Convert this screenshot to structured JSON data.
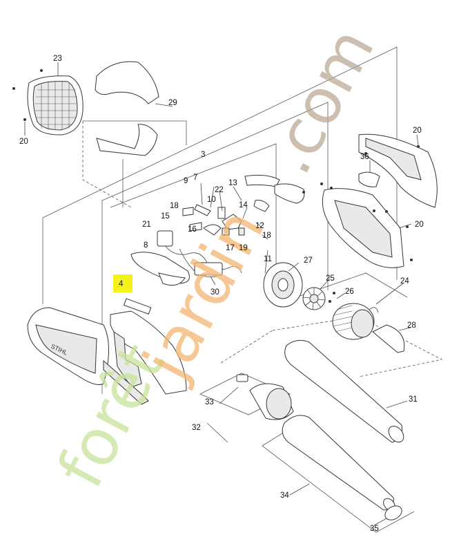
{
  "diagram": {
    "watermark": {
      "part1": "forêt",
      "part2": "jardin",
      "part3": ".com"
    },
    "highlighted_callout": "4",
    "callouts": [
      {
        "id": "23",
        "label": "23"
      },
      {
        "id": "29",
        "label": "29"
      },
      {
        "id": "20a",
        "label": "20"
      },
      {
        "id": "20b",
        "label": "20"
      },
      {
        "id": "20c",
        "label": "20"
      },
      {
        "id": "3",
        "label": "3"
      },
      {
        "id": "7",
        "label": "7"
      },
      {
        "id": "36",
        "label": "36"
      },
      {
        "id": "9",
        "label": "9"
      },
      {
        "id": "22",
        "label": "22"
      },
      {
        "id": "10",
        "label": "10"
      },
      {
        "id": "13",
        "label": "13"
      },
      {
        "id": "14",
        "label": "14"
      },
      {
        "id": "18a",
        "label": "18"
      },
      {
        "id": "18b",
        "label": "18"
      },
      {
        "id": "15",
        "label": "15"
      },
      {
        "id": "12",
        "label": "12"
      },
      {
        "id": "21",
        "label": "21"
      },
      {
        "id": "16",
        "label": "16"
      },
      {
        "id": "8",
        "label": "8"
      },
      {
        "id": "17",
        "label": "17"
      },
      {
        "id": "19",
        "label": "19"
      },
      {
        "id": "11",
        "label": "11"
      },
      {
        "id": "27",
        "label": "27"
      },
      {
        "id": "4",
        "label": "4"
      },
      {
        "id": "25",
        "label": "25"
      },
      {
        "id": "26",
        "label": "26"
      },
      {
        "id": "24",
        "label": "24"
      },
      {
        "id": "30",
        "label": "30"
      },
      {
        "id": "28",
        "label": "28"
      },
      {
        "id": "31",
        "label": "31"
      },
      {
        "id": "33",
        "label": "33"
      },
      {
        "id": "32",
        "label": "32"
      },
      {
        "id": "34",
        "label": "34"
      },
      {
        "id": "35",
        "label": "35"
      }
    ],
    "housing_brand_text": "STIHL",
    "colors": {
      "line": "#333333",
      "highlight": "#f4f21a",
      "watermark_green": "#c8e39a",
      "watermark_orange": "#f3b56f",
      "watermark_brown": "#b9a48f"
    }
  }
}
